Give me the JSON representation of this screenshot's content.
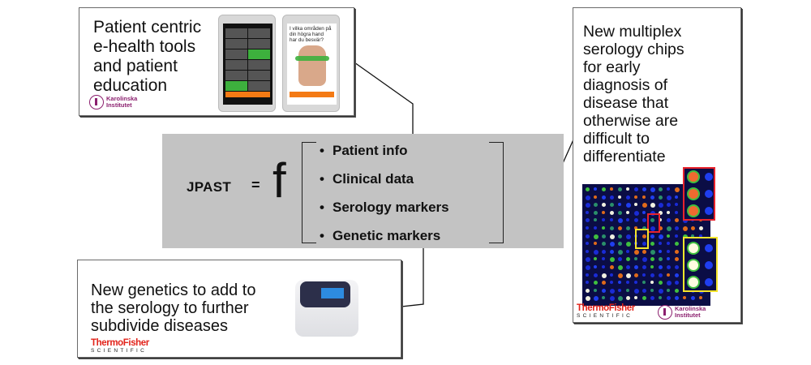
{
  "panels": {
    "ehealth": {
      "text": "Patient centric\ne-health tools\nand patient\neducation",
      "logo_text": "Karolinska\nInstitutet",
      "phone2_question": "I vilka områden på\ndin högra hand\nhar du besvär?"
    },
    "genetics": {
      "text": "New genetics to add to\nthe serology to further\nsubdivide diseases",
      "logo_main": "ThermoFisher",
      "logo_sub": "SCIENTIFIC"
    },
    "serology": {
      "text": "New multiplex\nserology chips\nfor early\ndiagnosis of\ndisease that\notherwise are\ndifficult to\ndifferentiate",
      "logo_main": "ThermoFisher",
      "logo_sub": "SCIENTIFIC",
      "logo2_text": "Karolinska\nInstitutet"
    }
  },
  "formula": {
    "lhs": "JPAST",
    "equals": "=",
    "function": "f",
    "factors": [
      {
        "bullet": "•",
        "label": "Patient info"
      },
      {
        "bullet": "•",
        "label": "Clinical data"
      },
      {
        "bullet": "•",
        "label": "Serology markers"
      },
      {
        "bullet": "•",
        "label": "Genetic markers"
      }
    ]
  },
  "colors": {
    "formula_bg": "#c3c3c3",
    "karolinska": "#8b1f6e",
    "thermofisher": "#e2231a",
    "app_green": "#3db03d",
    "app_orange": "#f47a14",
    "chip_bg": "#0b0d45"
  }
}
